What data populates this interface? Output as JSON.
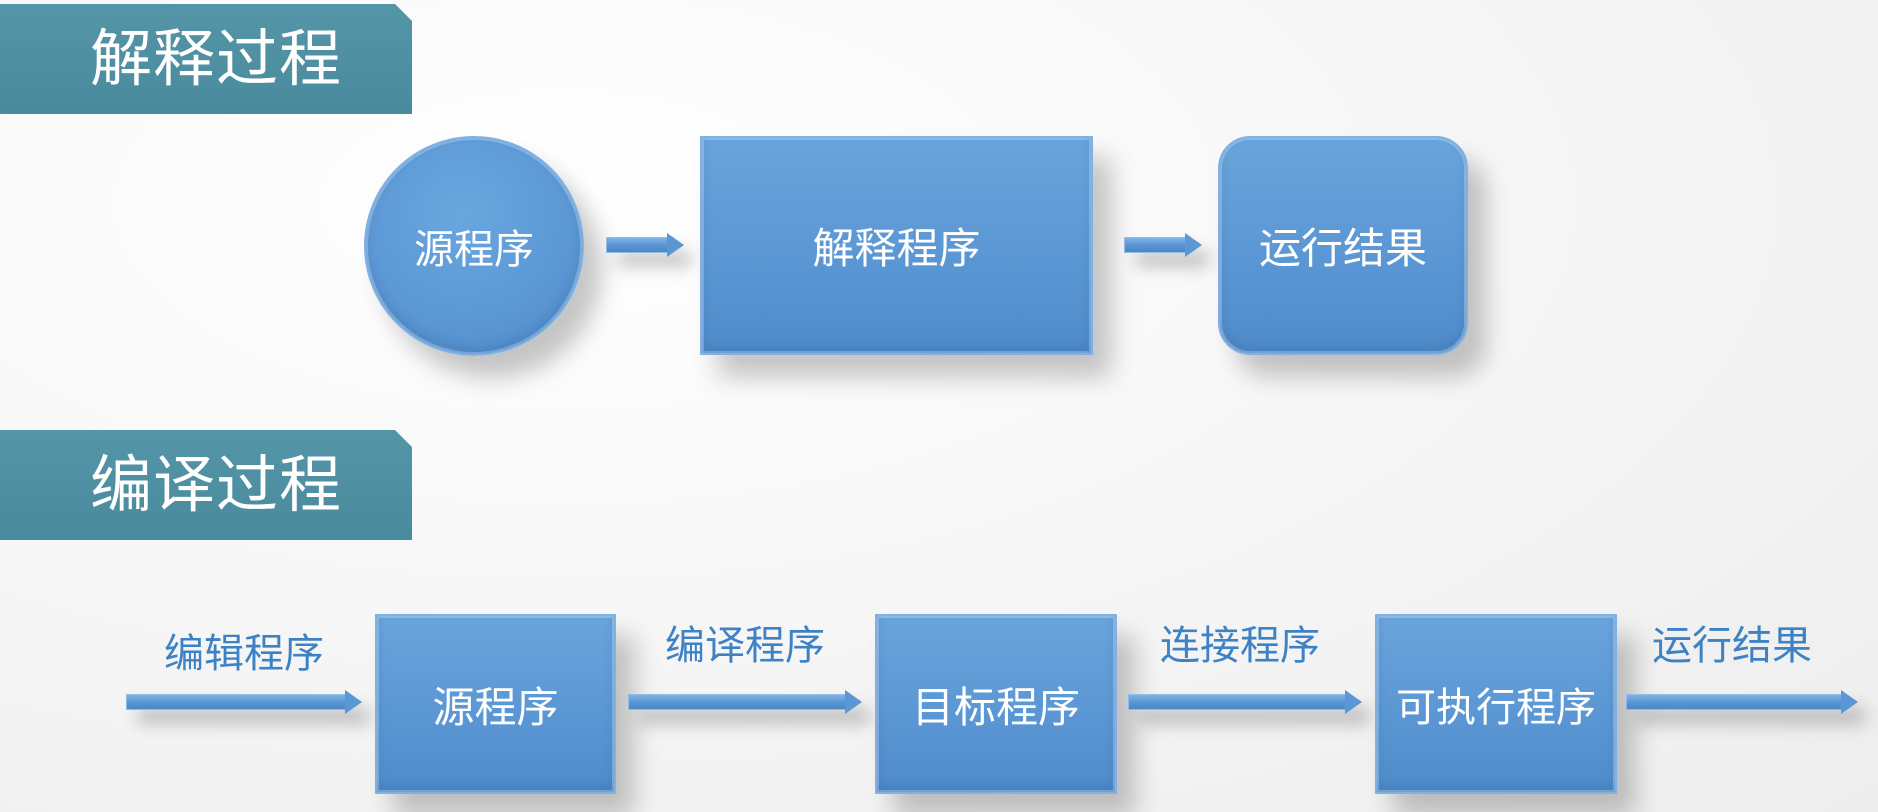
{
  "headers": {
    "interpret": "解释过程",
    "compile": "编译过程"
  },
  "interpret_flow": {
    "source": "源程序",
    "interpreter": "解释程序",
    "result": "运行结果"
  },
  "compile_flow": {
    "edit_label": "编辑程序",
    "source": "源程序",
    "compile_label": "编译程序",
    "target": "目标程序",
    "link_label": "连接程序",
    "executable": "可执行程序",
    "run_label": "运行结果"
  },
  "colors": {
    "header_bg": "#4f8fa2",
    "node_fill": "#5b97d4",
    "edge_label": "#3e82c6"
  }
}
